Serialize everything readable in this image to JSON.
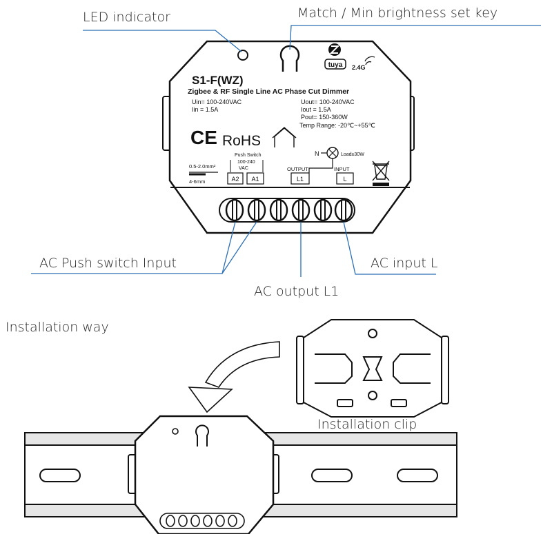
{
  "callouts": {
    "led_indicator": "LED indicator",
    "match_key": "Match / Min brightness set key",
    "push_switch_input": "AC Push switch Input",
    "input_l": "AC input L",
    "output_l1": "AC output L1",
    "installation_way": "Installation way",
    "installation_clip": "Installation clip"
  },
  "device": {
    "model": "S1-F(WZ)",
    "description": "Zigbee & RF Single Line AC Phase Cut Dimmer",
    "brand_badge": "tuya",
    "band": "2.4G",
    "uin": "Uin= 100-240VAC",
    "iin": "Iin  = 1.5A",
    "uout": "Uout= 100-240VAC",
    "iout": "Iout  = 1.5A",
    "pout": "Pout= 150-360W",
    "temp_range": "Temp Range: -20℃~+55℃",
    "ce": "CE",
    "rohs": "RoHS",
    "wire_gauge": "0.5-2.0mm²",
    "strip_length": "4-6mm",
    "push_switch_label": "Push Switch",
    "push_switch_voltage": "100-240",
    "push_switch_unit": "VAC",
    "terminal_a2": "A2",
    "terminal_a1": "A1",
    "output_label": "OUTPUT",
    "terminal_l1": "L1",
    "input_label": "INPUT",
    "terminal_l": "L",
    "neutral": "N",
    "load": "Load≥30W"
  },
  "colors": {
    "leader_line": "#2a6fb5",
    "outline": "#111111",
    "rail_fill": "#e6e6e6"
  }
}
